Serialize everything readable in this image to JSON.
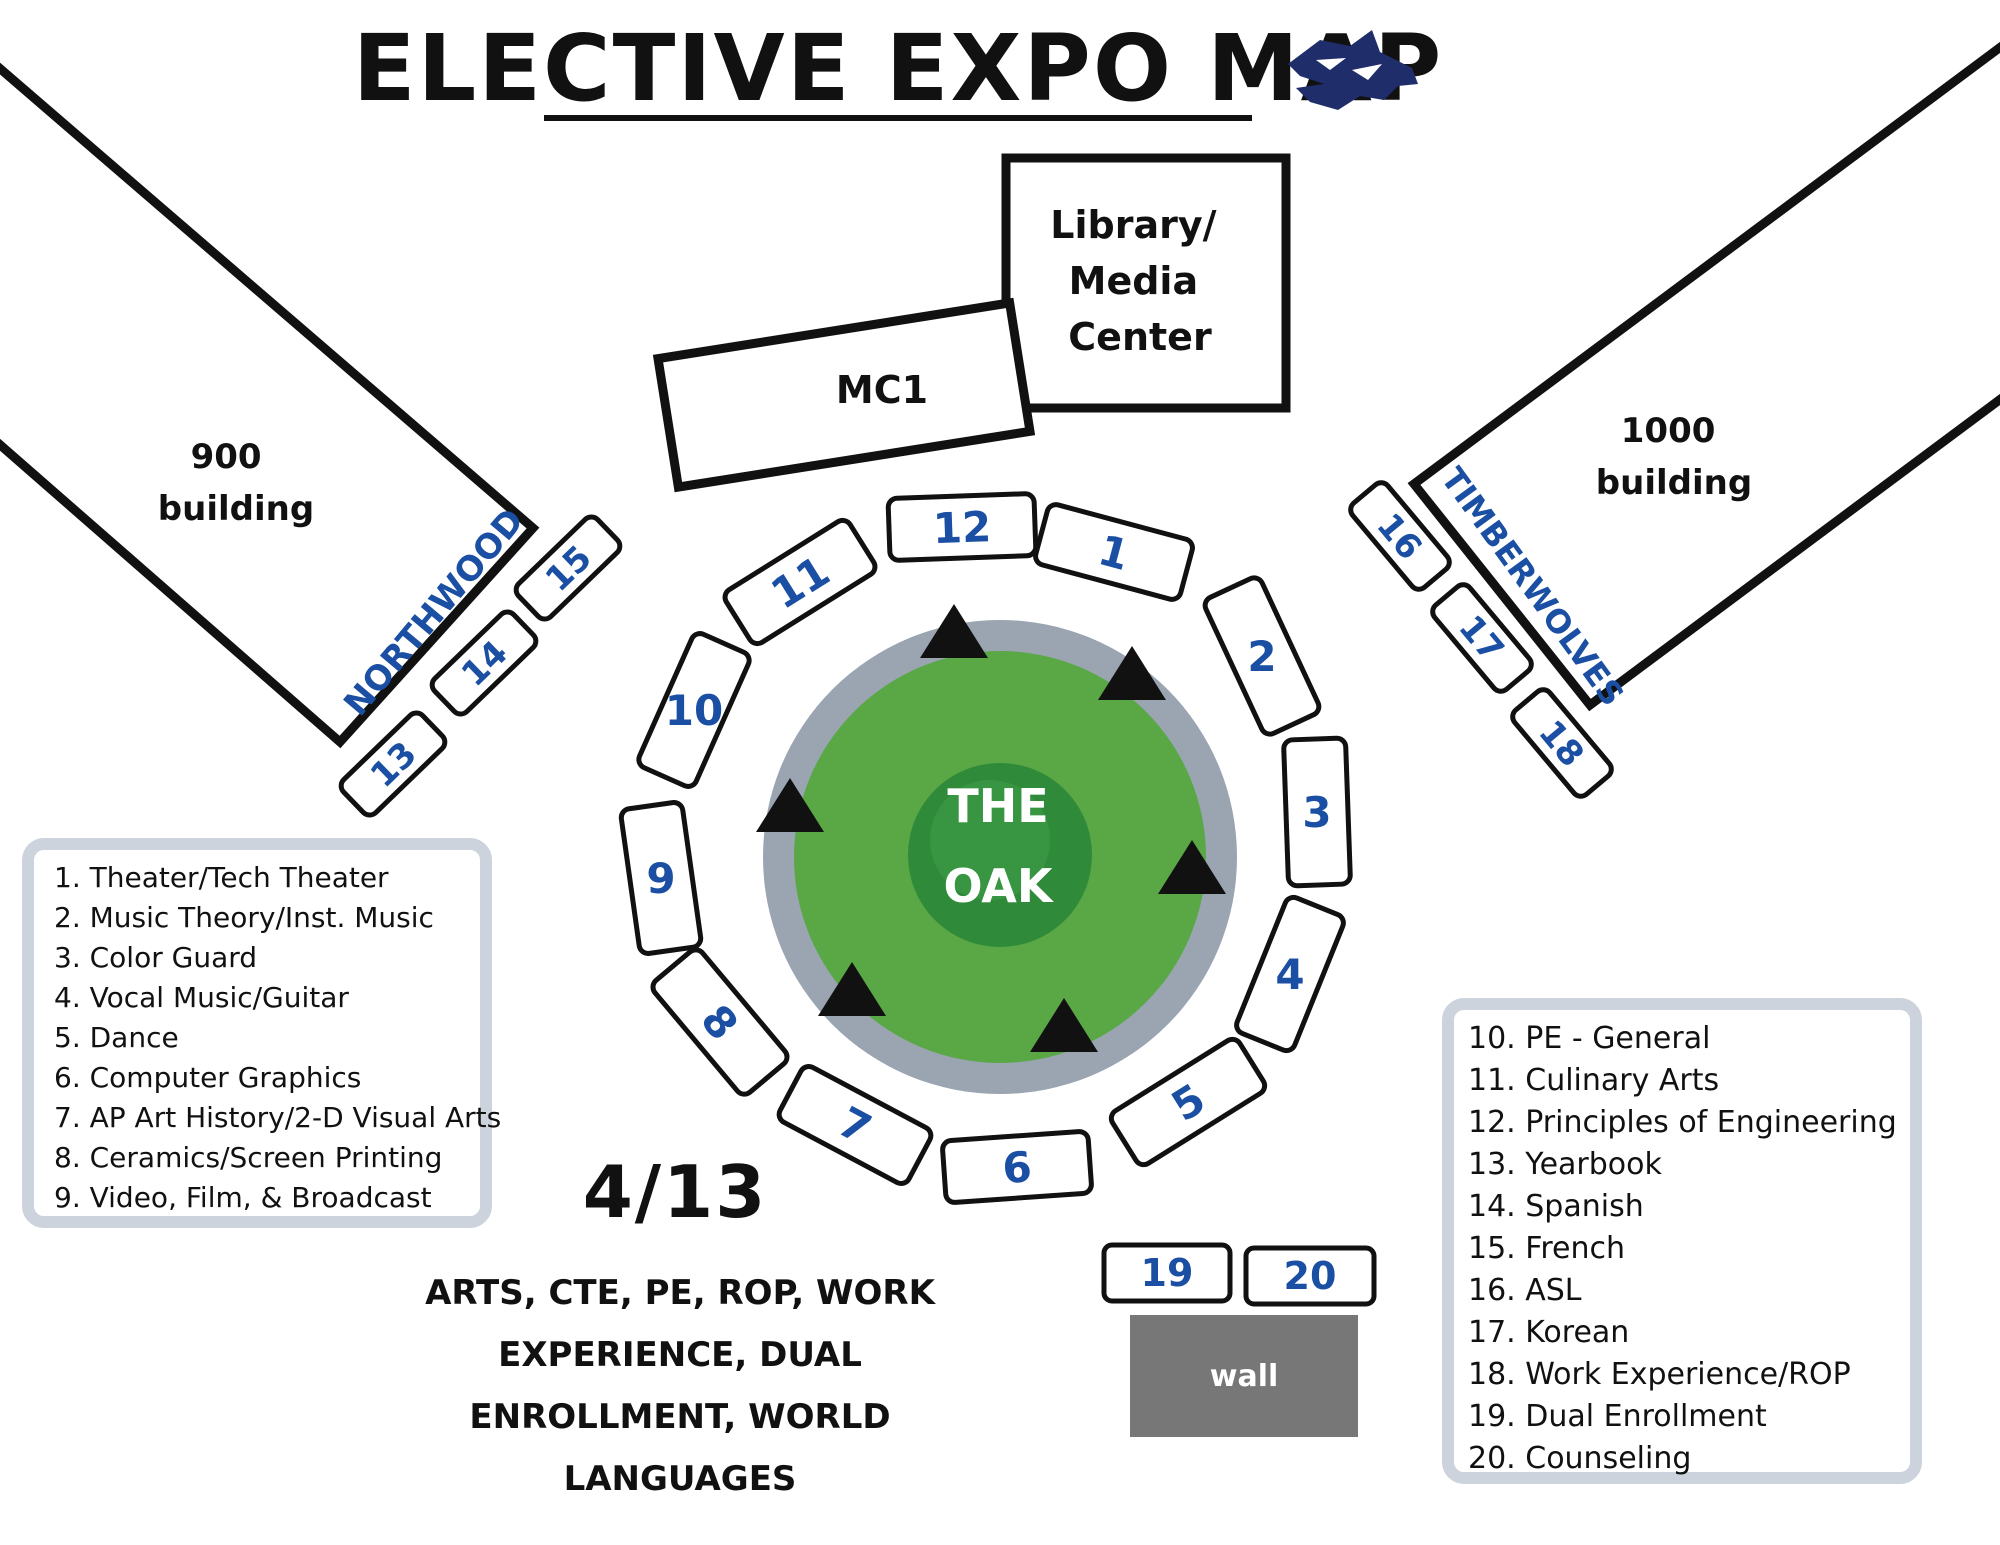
{
  "title": "ELECTIVE EXPO MAP",
  "buildings": {
    "b900": "900 building",
    "b1000": "1000 building",
    "library": "Library/ Media Center",
    "mc1": "MC1"
  },
  "side_labels": {
    "northwood": "NORTHWOOD",
    "timberwolves": "TIMBERWOLVES"
  },
  "center": {
    "line1": "THE",
    "line2": "OAK"
  },
  "booths": [
    "1",
    "2",
    "3",
    "4",
    "5",
    "6",
    "7",
    "8",
    "9",
    "10",
    "11",
    "12",
    "13",
    "14",
    "15",
    "16",
    "17",
    "18",
    "19",
    "20"
  ],
  "legend_left": [
    "1. Theater/Tech Theater",
    "2. Music Theory/Inst. Music",
    "3. Color Guard",
    "4. Vocal Music/Guitar",
    "5. Dance",
    "6. Computer Graphics",
    "7. AP Art History/2-D Visual Arts",
    "8. Ceramics/Screen Printing",
    "9. Video, Film, & Broadcast"
  ],
  "legend_right": [
    "10. PE - General",
    "11. Culinary Arts",
    "12. Principles of Engineering",
    "13. Yearbook",
    "14. Spanish",
    "15. French",
    "16. ASL",
    "17. Korean",
    "18. Work Experience/ROP",
    "19. Dual Enrollment",
    "20. Counseling"
  ],
  "date": "4/13",
  "categories": "ARTS, CTE, PE, ROP, WORK EXPERIENCE, DUAL ENROLLMENT, WORLD LANGUAGES",
  "wall": "wall",
  "colors": {
    "booth_text": "#1a4fa3",
    "lawn": "#5aa746",
    "ring": "#9aa5b1",
    "oak": "#2f8a3a",
    "legend_border": "#cdd3dc",
    "wall": "#777777"
  },
  "icons": {
    "mascot": "wolf-head-icon",
    "markers": "triangle-marker-icon"
  }
}
